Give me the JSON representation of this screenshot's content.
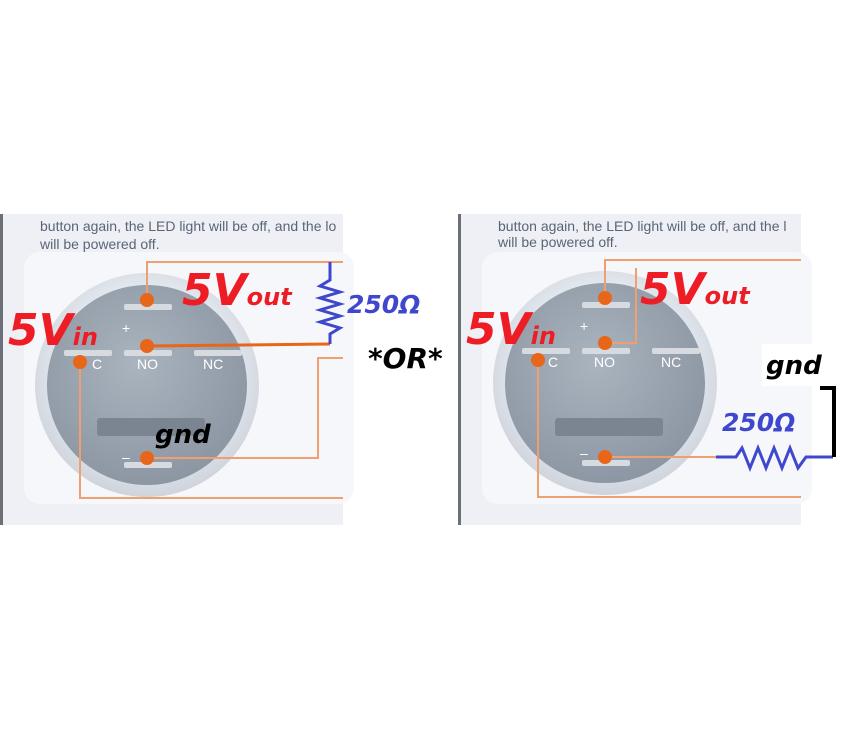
{
  "panels": [
    {
      "caption_line1": "button again, the LED light will be off, and the lo",
      "caption_line2": "will be powered off.",
      "pin_plus": "+",
      "pin_c": "C",
      "pin_no": "NO",
      "pin_nc": "NC",
      "pin_minus": "–",
      "label_vin_main": "5V",
      "label_vin_sub": "in",
      "label_vout_main": "5V",
      "label_vout_sub": "out",
      "label_resistor": "250Ω",
      "label_gnd": "gnd"
    },
    {
      "caption_line1": "button again, the LED light will be off, and the l",
      "caption_line2": "will be powered off.",
      "pin_plus": "+",
      "pin_c": "C",
      "pin_no": "NO",
      "pin_nc": "NC",
      "pin_minus": "–",
      "label_vin_main": "5V",
      "label_vin_sub": "in",
      "label_vout_main": "5V",
      "label_vout_sub": "out",
      "label_resistor": "250Ω",
      "label_gnd": "gnd"
    }
  ],
  "separator_label": "*OR*",
  "colors": {
    "wire_orange": "#f0a070",
    "wire_dark_orange": "#e8661a",
    "pin_dot": "#e8661a",
    "voltage_label": "#ee1c25",
    "resistor": "#3f48cc",
    "ground_wire": "#000000"
  }
}
